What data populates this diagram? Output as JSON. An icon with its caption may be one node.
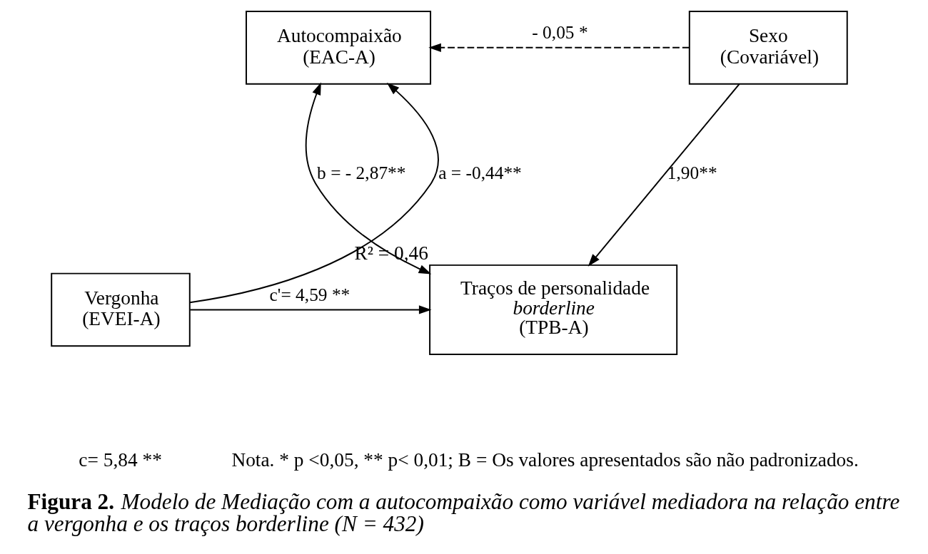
{
  "diagram": {
    "caption": "**Figura 2.** *Modelo de Mediação com a autocompaixão como variável mediadora na relação entre a vergonha e os traços borderline (N = 432)*",
    "nodes": [
      {
        "text": [
          "Autocompaixão (EAC-A)"
        ]
      },
      {
        "text": [
          "Sexo (Covariável)"
        ]
      },
      {
        "text": [
          "Vergonha (EVEI-A)"
        ]
      },
      {
        "text": [
          "Traços de personalidade *borderline* (TPB-A)"
        ],
        "beside": [
          "R² = 0,46"
        ]
      }
    ],
    "edges": [
      {
        "from": 2,
        "to": 0,
        "arrow": "to",
        "label": "a = -0,44**"
      },
      {
        "from": 1,
        "to": 0,
        "arrow": "to",
        "label": "- 0,05 *",
        "style": "dashed"
      },
      {
        "from": 0,
        "to": 3,
        "arrow": "both",
        "label": "b = - 2,87**"
      },
      {
        "from": 1,
        "to": 3,
        "arrow": "to",
        "label": "1,90**"
      },
      {
        "from": 2,
        "to": 3,
        "arrow": "to",
        "label": "c'= 4,59 **"
      }
    ],
    "labels": [
      "c= 5,84 **",
      "Nota. * p <0,05, ** p< 0,01; B = Os valores apresentados são não padronizados."
    ]
  }
}
